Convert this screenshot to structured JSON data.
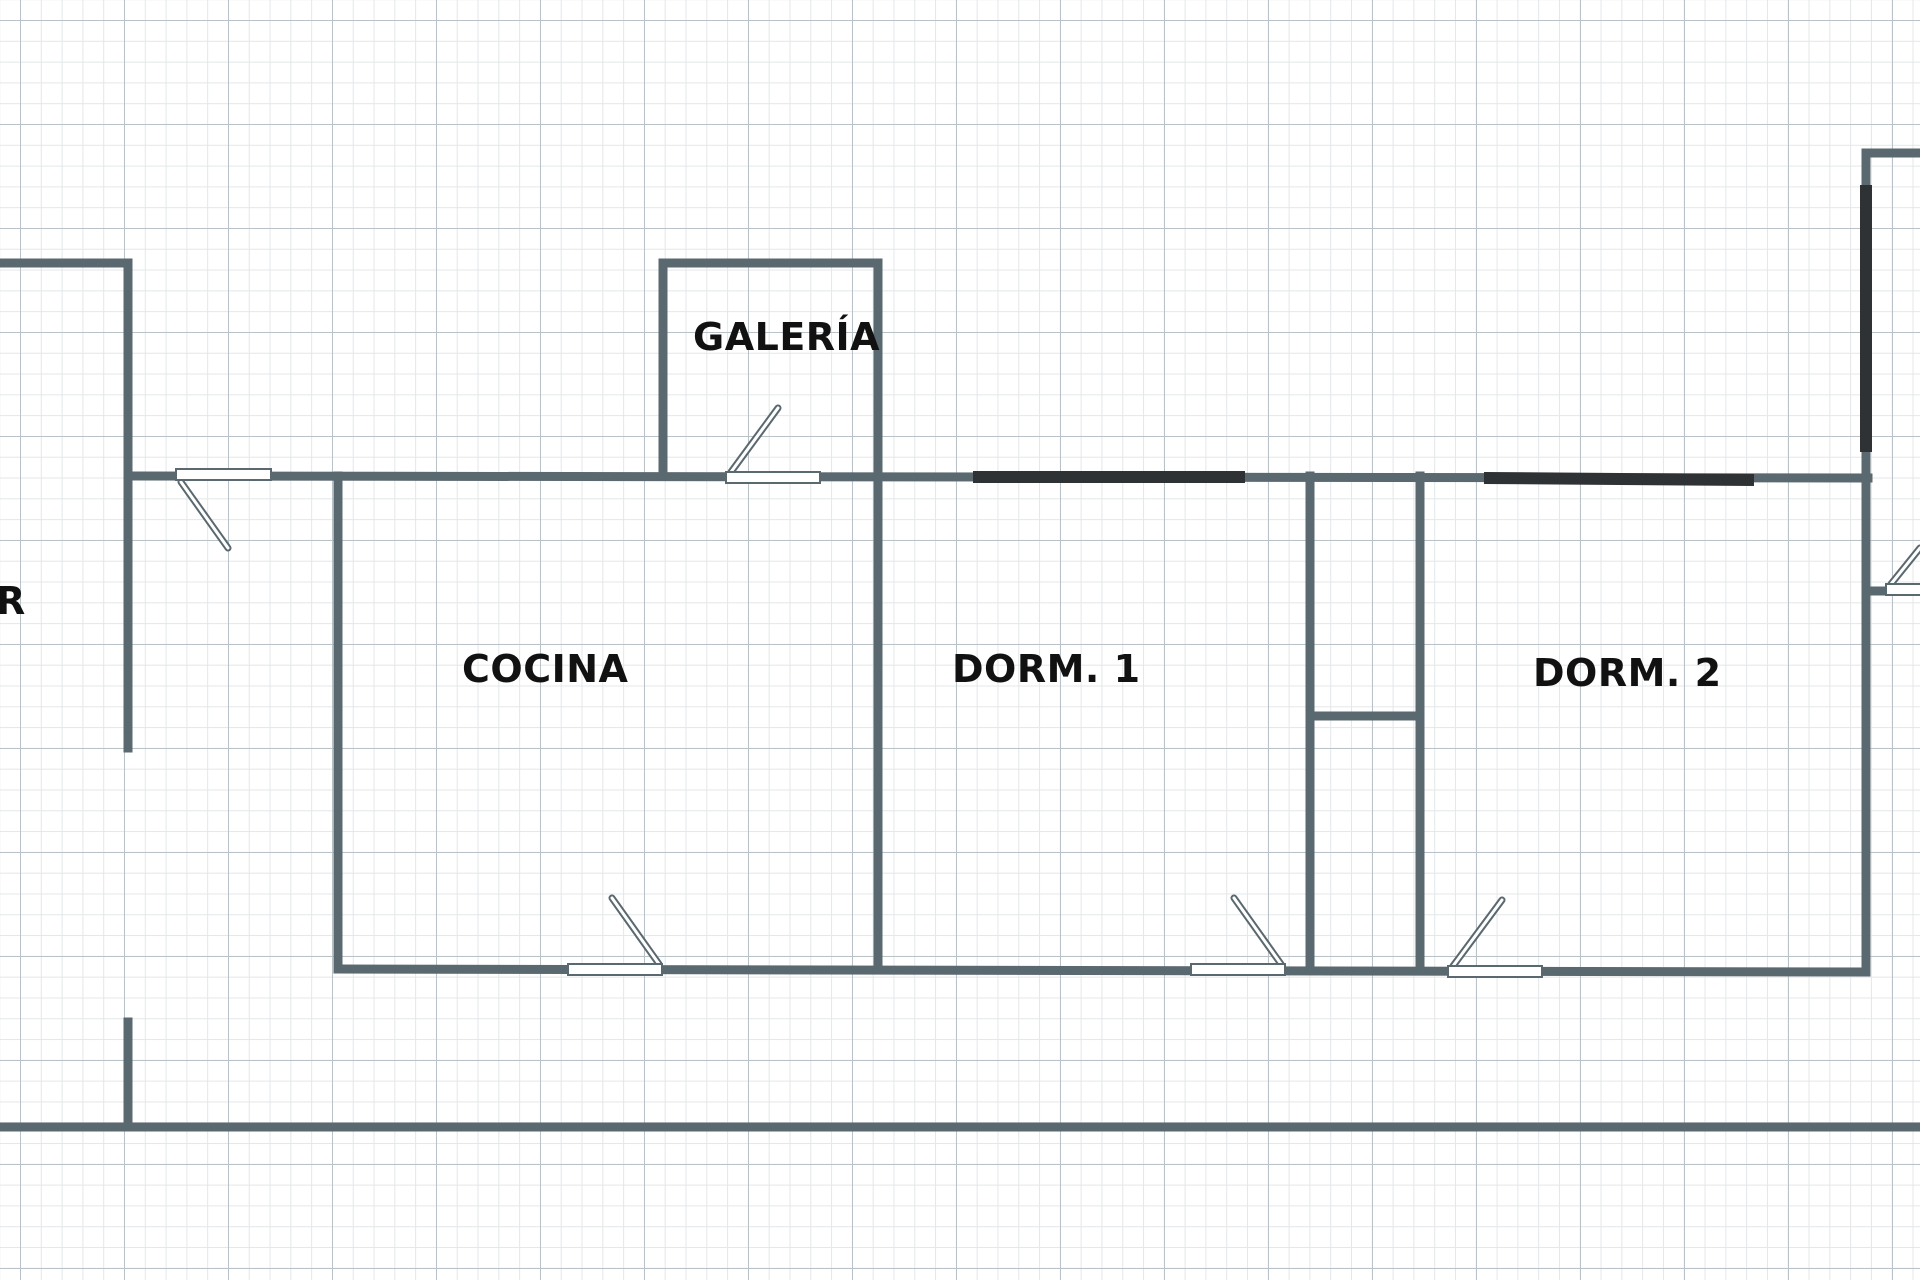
{
  "colors": {
    "wall": "#5a6870",
    "window": "#2e3235",
    "door_leaf": "#5a6870",
    "door_fill": "#ffffff",
    "label": "#111111"
  },
  "rooms": {
    "galeria": "GALERÍA",
    "cocina": "COCINA",
    "dorm1": "DORM. 1",
    "dorm2": "DORM. 2",
    "edge": "R"
  }
}
